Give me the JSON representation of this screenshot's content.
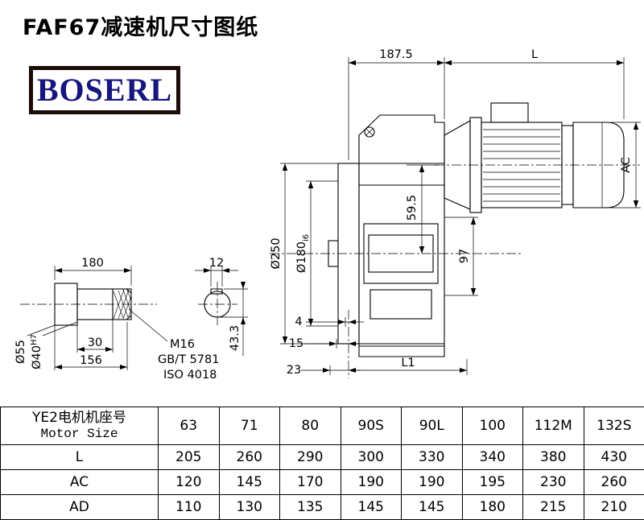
{
  "page": {
    "title": "FAF67减速机尺寸图纸",
    "logo": "BOSERL"
  },
  "drawing": {
    "dims": {
      "top_width": "187.5",
      "motor_length": "L",
      "motor_dia": "AC",
      "flange_dia": "Ø250",
      "spigot_dia": "Ø180",
      "spigot_tol": "i6",
      "center_offset": "59.5",
      "height_97": "97",
      "offset_4": "4",
      "offset_15": "15",
      "offset_23": "23",
      "length_L1": "L1",
      "shaft_len": "180",
      "key_width": "12",
      "key_len_30": "30",
      "shaft_len_156": "156",
      "shaft_dia_55": "Ø55",
      "bore_dia": "Ø40",
      "bore_tol": "H7",
      "key_height": "43.3",
      "thread": "M16",
      "std_gb": "GB/T 5781",
      "std_iso": "ISO 4018"
    }
  },
  "table": {
    "header": {
      "label_line1": "YE2电机机座号",
      "label_line2": "Motor Size",
      "sizes": [
        "63",
        "71",
        "80",
        "90S",
        "90L",
        "100",
        "112M",
        "132S"
      ]
    },
    "rows": [
      {
        "label": "L",
        "values": [
          "205",
          "260",
          "290",
          "300",
          "330",
          "340",
          "380",
          "430"
        ]
      },
      {
        "label": "AC",
        "values": [
          "120",
          "145",
          "170",
          "190",
          "190",
          "195",
          "230",
          "260"
        ]
      },
      {
        "label": "AD",
        "values": [
          "110",
          "130",
          "135",
          "145",
          "145",
          "180",
          "215",
          "210"
        ]
      }
    ]
  }
}
